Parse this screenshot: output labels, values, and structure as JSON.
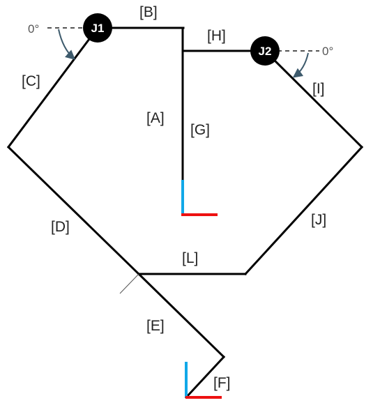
{
  "colors": {
    "link": "#000000",
    "axis_x": "#ee1111",
    "axis_y": "#11a8e8",
    "joint": "#000000",
    "reference": "#555555",
    "angle_arrow": "#3d5a6c"
  },
  "joints": {
    "j1": "J1",
    "j2": "J2"
  },
  "angles": {
    "j1_reference": "0°",
    "j2_reference": "0°"
  },
  "link_labels": {
    "a": "[A]",
    "b": "[B]",
    "c": "[C]",
    "d": "[D]",
    "e": "[E]",
    "f": "[F]",
    "g": "[G]",
    "h": "[H]",
    "i": "[I]",
    "j": "[J]",
    "l": "[L]"
  }
}
